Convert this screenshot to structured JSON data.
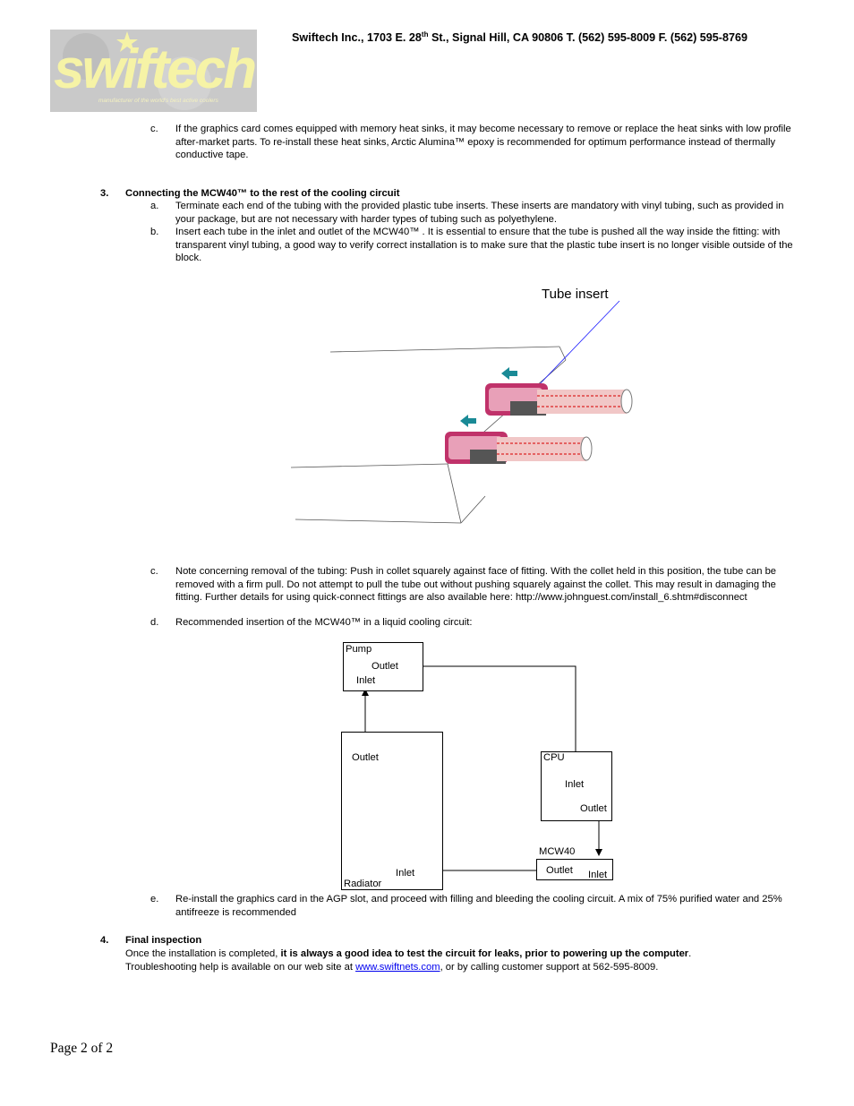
{
  "logo": {
    "word": "swiftech",
    "tagline": "manufacturer of the world's best active coolers"
  },
  "header": {
    "pre": "Swiftech Inc., 1703 E. 28",
    "sup": "th",
    "post": " St., Signal Hill, CA 90806 T. (562) 595-8009 F. (562) 595-8769"
  },
  "s2c": {
    "letter": "c.",
    "text": "If the graphics card comes equipped with memory heat sinks, it may become necessary to remove or replace the heat sinks with low profile after-market parts. To re-install these heat sinks, Arctic Alumina™ epoxy is recommended for optimum performance instead of thermally conductive tape."
  },
  "s3": {
    "number": "3.",
    "title": "Connecting the MCW40™  to the rest of the cooling circuit",
    "a": {
      "letter": "a.",
      "text": "Terminate each end of the tubing with the provided plastic tube inserts. These inserts are mandatory with vinyl tubing, such as provided in your package, but are not necessary with harder types of tubing such as polyethylene."
    },
    "b": {
      "letter": "b.",
      "text": "Insert each tube in the inlet and outlet of the MCW40™ .  It is essential to ensure that the tube is pushed all the way inside the fitting: with transparent vinyl tubing, a good way to verify correct installation is to make sure that the plastic tube insert is no longer visible outside of the block."
    },
    "figure_label": "Tube insert",
    "c": {
      "letter": "c.",
      "text": "Note concerning removal of the tubing: Push in collet squarely against face of fitting. With the collet held in this position, the tube can be removed with a firm pull. Do not attempt to pull the tube out without pushing squarely against the collet. This may result in damaging the fitting. Further details for using quick-connect fittings are also available here: http://www.johnguest.com/install_6.shtm#disconnect"
    },
    "d": {
      "letter": "d.",
      "text": "Recommended insertion of the MCW40™ in a liquid cooling circuit:"
    },
    "e": {
      "letter": "e.",
      "text": "Re-install the graphics card in the AGP slot, and proceed with filling and bleeding the cooling circuit. A mix of 75% purified water and 25% antifreeze is recommended"
    }
  },
  "diagram": {
    "pump": "Pump",
    "pump_outlet": "Outlet",
    "pump_inlet": "Inlet",
    "radiator": "Radiator",
    "radiator_outlet": "Outlet",
    "radiator_inlet": "Inlet",
    "cpu": "CPU",
    "cpu_inlet": "Inlet",
    "cpu_outlet": "Outlet",
    "mcw40": "MCW40",
    "mcw40_outlet": "Outlet",
    "mcw40_inlet": "Inlet"
  },
  "s4": {
    "number": "4.",
    "title": "Final inspection",
    "text1": "Once the installation is completed, ",
    "bold": "it is always a good idea to test the circuit for leaks, prior to powering up the computer",
    "text2": ".",
    "text3": "Troubleshooting help is available on our web site at ",
    "link": "www.swiftnets.com",
    "text4": ", or by calling customer support at 562-595-8009."
  },
  "footer": "Page 2 of 2"
}
